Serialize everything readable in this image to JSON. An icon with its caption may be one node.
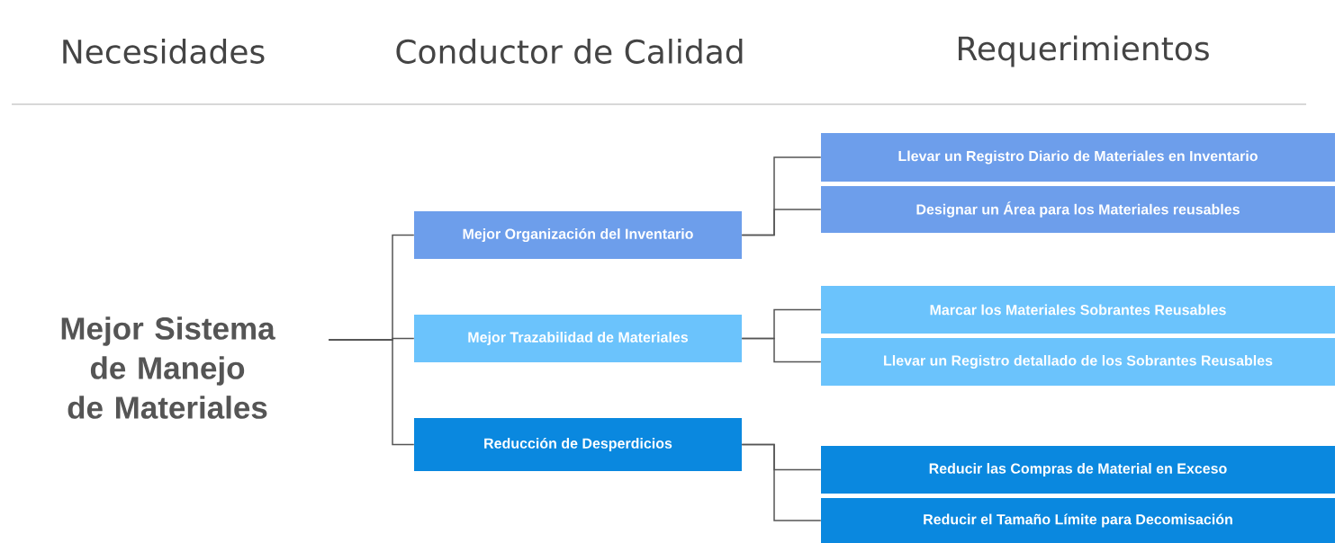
{
  "diagram": {
    "nodes": [
      {
        "text": [
          "Mejor Sistema de Manejo de Materiales"
        ]
      },
      {
        "text": [
          "Mejor Organización del Inventario"
        ]
      },
      {
        "text": [
          "Mejor Trazabilidad de Materiales"
        ]
      },
      {
        "text": [
          "Reducción de Desperdicios"
        ]
      },
      {
        "text": [
          "Llevar un Registro Diario de Materiales en Inventario"
        ]
      },
      {
        "text": [
          "Designar un Área para los Materiales reusables"
        ]
      },
      {
        "text": [
          "Marcar los Materiales Sobrantes Reusables"
        ]
      },
      {
        "text": [
          "Llevar un Registro detallado de los Sobrantes Reusables"
        ]
      },
      {
        "text": [
          "Reducir las Compras de Material en Exceso"
        ]
      },
      {
        "text": [
          "Reducir el Tamaño Límite para Decomisación"
        ]
      }
    ],
    "edges": [
      {
        "from": 0,
        "to": 1,
        "arrow": "none"
      },
      {
        "from": 0,
        "to": 2,
        "arrow": "none"
      },
      {
        "from": 0,
        "to": 3,
        "arrow": "none"
      },
      {
        "from": 1,
        "to": 4,
        "arrow": "none"
      },
      {
        "from": 1,
        "to": 5,
        "arrow": "none"
      },
      {
        "from": 2,
        "to": 6,
        "arrow": "none"
      },
      {
        "from": 2,
        "to": 7,
        "arrow": "none"
      },
      {
        "from": 3,
        "to": 8,
        "arrow": "none"
      },
      {
        "from": 3,
        "to": 9,
        "arrow": "none"
      }
    ],
    "labels": [
      "Necesidades",
      "Conductor de Calidad",
      "Requerimientos"
    ]
  }
}
